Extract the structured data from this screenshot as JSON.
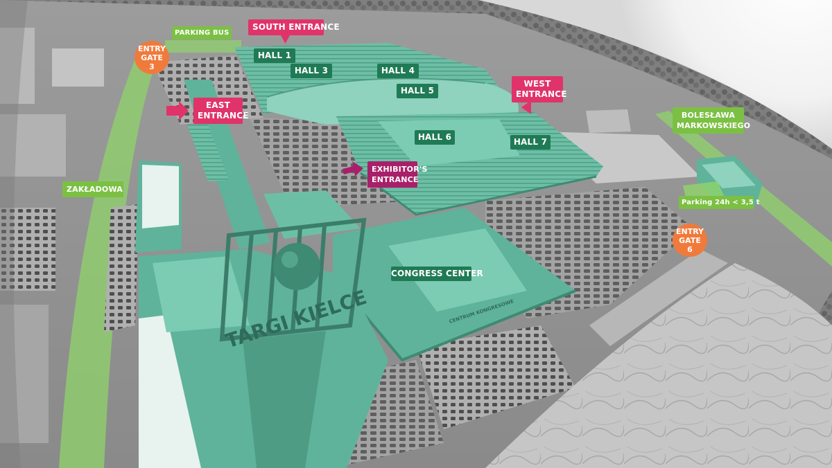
{
  "halls": {
    "hall1": "HALL 1",
    "hall3": "HALL 3",
    "hall4": "HALL 4",
    "hall5": "HALL 5",
    "hall6": "HALL 6",
    "hall7": "HALL 7",
    "congress": "CONGRESS CENTER"
  },
  "entrances": {
    "south": "SOUTH ENTRANCE",
    "west_line1": "WEST",
    "west_line2": "ENTRANCE",
    "east_line1": "EAST",
    "east_line2": "ENTRANCE",
    "exhibitor_line1": "EXHIBITOR'S",
    "exhibitor_line2": "ENTRANCE"
  },
  "streets": {
    "parking_bus": "PARKING BUS",
    "zakladowa": "ZAKŁADOWA",
    "boleslawa_line1": "BOLESŁAWA",
    "boleslawa_line2": "MARKOWSKIEGO",
    "parking_24h": "Parking 24h < 3,5 t"
  },
  "gates": {
    "gate3_line1": "ENTRY",
    "gate3_line2": "GATE",
    "gate3_num": "3",
    "gate6_line1": "ENTRY",
    "gate6_line2": "GATE",
    "gate6_num": "6"
  },
  "signage": {
    "tower_sign": "TARGI KIELCE",
    "roof_sign": "CENTRUM KONGRESOWE"
  },
  "colors": {
    "hall_label": "#1f7a55",
    "entrance_label": "#e0336a",
    "exhibitor_label": "#a8206a",
    "street_label": "#7bc043",
    "gate_circle": "#f07a3c",
    "building_tint": "#5fb39a",
    "road_highlight": "#8fd46a"
  }
}
